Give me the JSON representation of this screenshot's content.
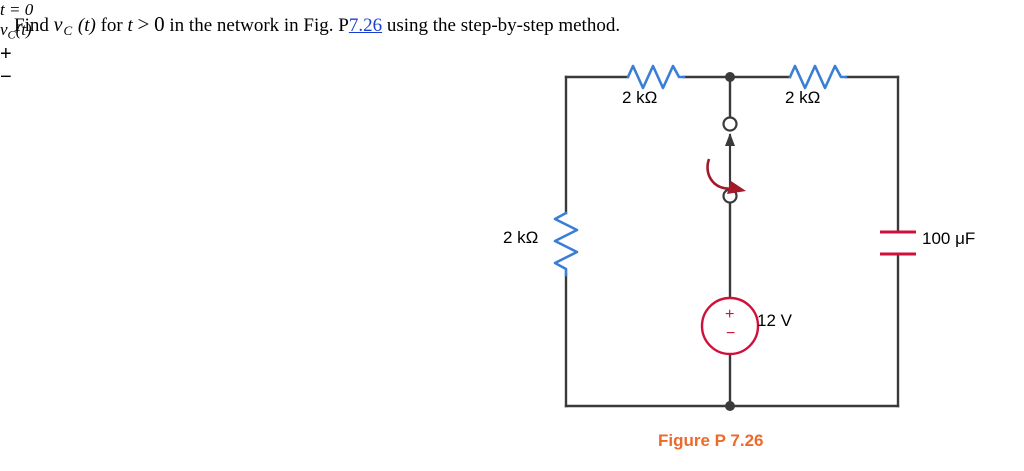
{
  "question": {
    "prefix": "Find",
    "variable": "v",
    "variable_sub": "C",
    "of_t": "(t)",
    "for_word": "for",
    "condition_var": "t",
    "condition_rel": ">",
    "condition_val": "0",
    "middle": "in the network in Fig. P",
    "link_text": "7.26",
    "suffix": "using the step-by-step method."
  },
  "figure": {
    "caption": "Figure P   7.26",
    "caption_color": "#ed6a2c",
    "wire_color": "#3a3a3a",
    "resistor_color": "#3a7fd5",
    "source_color": "#d0103a",
    "switch_color": "#a31a2a",
    "capacitor_color": "#d0103a",
    "labels": {
      "resistor_left": "2 kΩ",
      "resistor_top_left": "2 kΩ",
      "resistor_top_right": "2 kΩ",
      "switch_time": "t = 0",
      "source_value": "12 V",
      "source_plus": "+",
      "source_minus": "−",
      "capacitor_value": "100 μF",
      "capacitor_voltage": "v",
      "capacitor_voltage_sub": "C",
      "capacitor_voltage_of_t": "(t)",
      "polarity_plus": "+",
      "polarity_minus": "−"
    }
  }
}
